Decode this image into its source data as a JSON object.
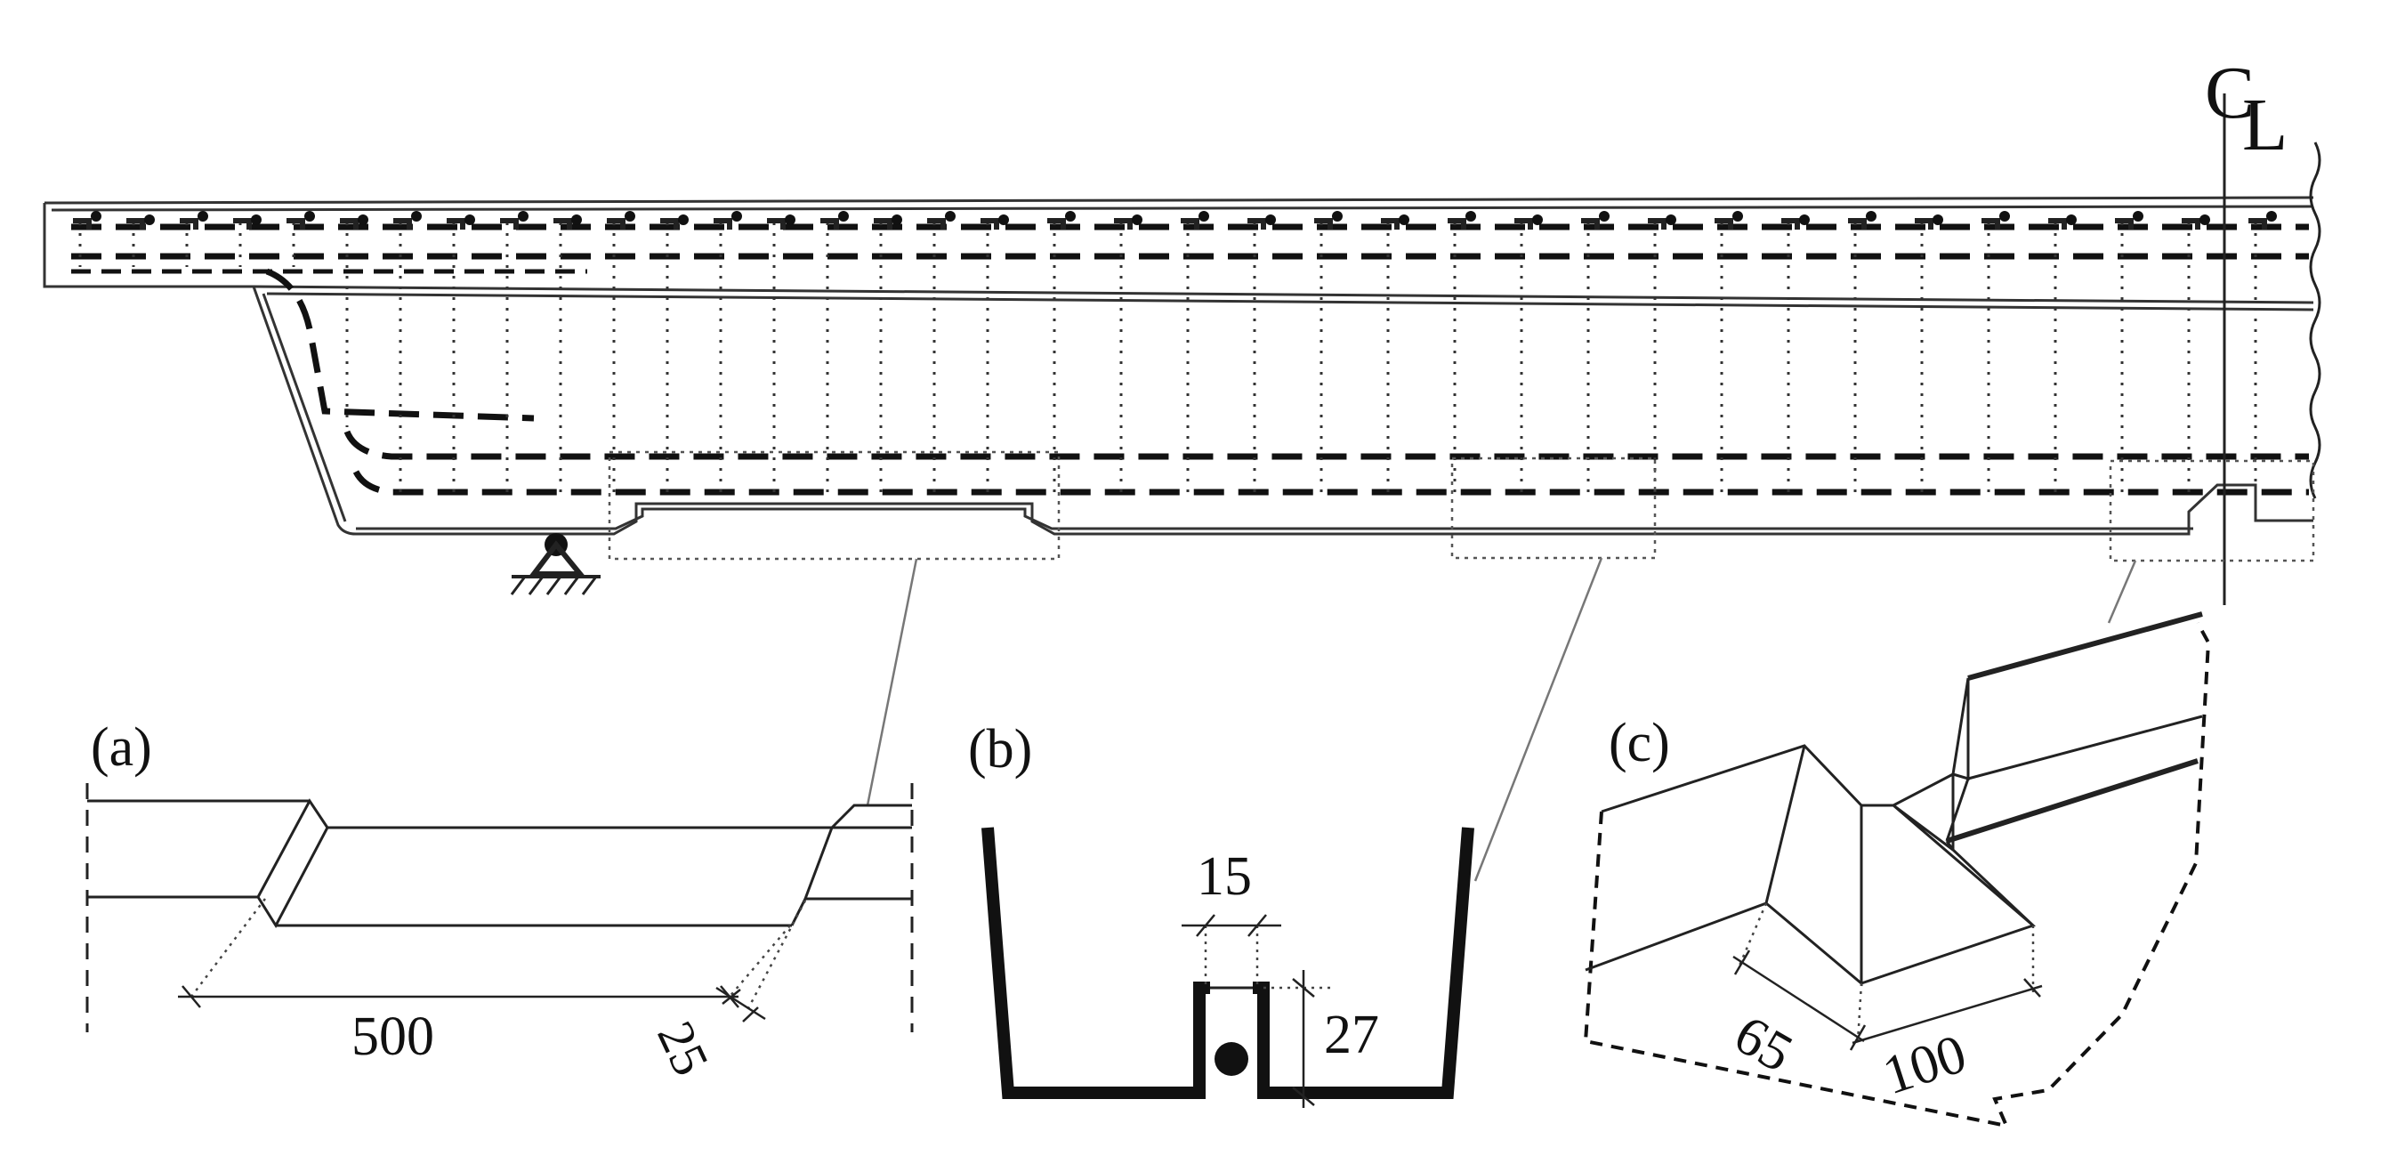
{
  "centerline_label": {
    "c": "C",
    "l": "L"
  },
  "details": [
    {
      "label": "(a)",
      "dims": [
        "500",
        "25"
      ]
    },
    {
      "label": "(b)",
      "dims": [
        "15",
        "27"
      ]
    },
    {
      "label": "(c)",
      "dims": [
        "65",
        "100"
      ]
    }
  ]
}
